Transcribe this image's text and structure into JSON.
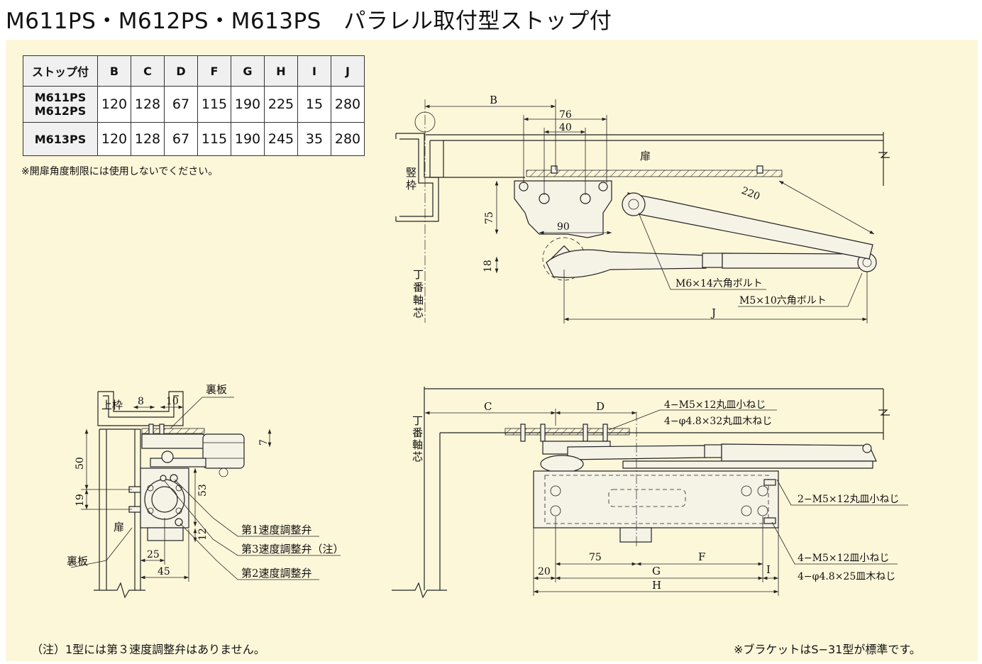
{
  "title": "M611PS・M612PS・M613PS　パラレル取付型ストップ付",
  "table": {
    "headers": [
      "ストップ付",
      "B",
      "C",
      "D",
      "F",
      "G",
      "H",
      "I",
      "J"
    ],
    "rows": [
      {
        "model": "M611PS\nM612PS",
        "values": [
          "120",
          "128",
          "67",
          "115",
          "190",
          "225",
          "15",
          "280"
        ]
      },
      {
        "model": "M613PS",
        "values": [
          "120",
          "128",
          "67",
          "115",
          "190",
          "245",
          "35",
          "280"
        ]
      }
    ]
  },
  "note_table": "※開扉角度制限には使用しないでください。",
  "note_bottom_left": "（注）1型には第３速度調整弁はありません。",
  "note_bottom_right": "※ブラケットはS−31型が標準です。",
  "top_view": {
    "B": "B",
    "d76": "76",
    "d40": "40",
    "door": "扉",
    "d220": "220",
    "frame": [
      "竪",
      "枠"
    ],
    "d75": "75",
    "d90": "90",
    "d18": "18",
    "hinge_axis": [
      "丁",
      "番",
      "軸",
      "芯"
    ],
    "bolt_m6": "M6×14六角ボルト",
    "bolt_m5": "M5×10六角ボルト",
    "J": "J"
  },
  "side_view": {
    "upper_frame": "上枠",
    "d8": "8",
    "d10": "10",
    "back_plate_top": "裏板",
    "d7": "7",
    "d50": "50",
    "d19": "19",
    "d53": "53",
    "d12": "12",
    "door": "扉",
    "back_plate": "裏板",
    "d25": "25",
    "d45": "45",
    "valve1": "第1速度調整弁",
    "valve3": "第3速度調整弁（注）",
    "valve2": "第2速度調整弁"
  },
  "front_view": {
    "C": "C",
    "D": "D",
    "hinge_axis": [
      "丁",
      "番",
      "軸",
      "芯"
    ],
    "screw1": "4−M5×12丸皿小ねじ",
    "screw2": "4−φ4.8×32丸皿木ねじ",
    "screw3": "2−M5×12丸皿小ねじ",
    "screw4": "4−M5×12皿小ねじ",
    "screw5": "4−φ4.8×25皿木ねじ",
    "d75": "75",
    "F": "F",
    "d20": "20",
    "G": "G",
    "I": "I",
    "H": "H"
  }
}
